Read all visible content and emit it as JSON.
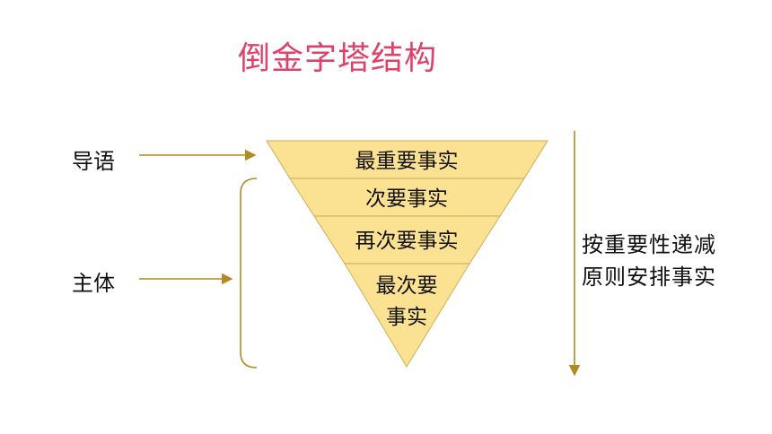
{
  "title": "倒金字塔结构",
  "labels": {
    "lead": "导语",
    "body": "主体"
  },
  "pyramid": {
    "tiers": [
      {
        "text": "最重要事实"
      },
      {
        "text": "次要事实"
      },
      {
        "text": "再次要事实"
      },
      {
        "lines": [
          "最次要",
          "事实"
        ]
      }
    ]
  },
  "side_note": {
    "line1": "按重要性递减",
    "line2": "原则安排事实"
  },
  "colors": {
    "title": "#e0416a",
    "tier_fill": "#fbe192",
    "tier_stroke": "#d4b86a",
    "arrow": "#b28a1f"
  }
}
